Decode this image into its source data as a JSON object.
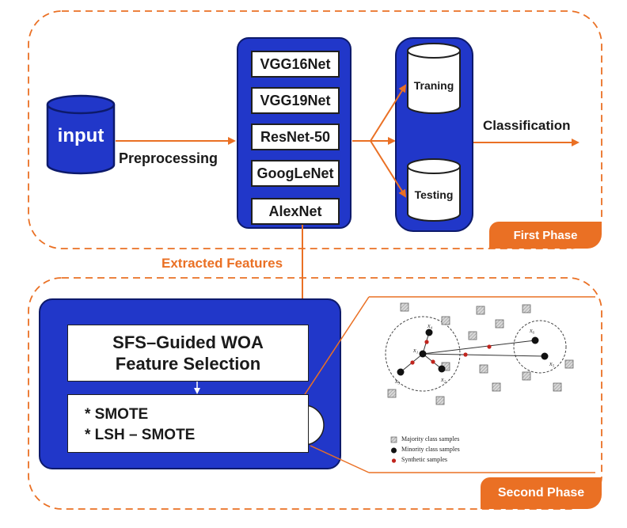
{
  "colors": {
    "blue": "#2137c9",
    "orange": "#ea7024",
    "dark_blue_border": "#0d1a6b"
  },
  "input_label": "input",
  "preprocessing_label": "Preprocessing",
  "models": [
    "VGG16Net",
    "VGG19Net",
    "ResNet-50",
    "GoogLeNet",
    "AlexNet"
  ],
  "training_label": "Traning",
  "testing_label": "Testing",
  "classification_label": "Classification",
  "first_phase_label": "First Phase",
  "extracted_features_label": "Extracted Features",
  "feature_selection": {
    "line1": "SFS–Guided WOA",
    "line2": "Feature Selection"
  },
  "smote_items": [
    "* SMOTE",
    "* LSH – SMOTE"
  ],
  "second_phase_label": "Second Phase",
  "smote_diagram": {
    "legend": [
      "Majority class samples",
      "Minority class samples",
      "Synthetic samples"
    ]
  }
}
